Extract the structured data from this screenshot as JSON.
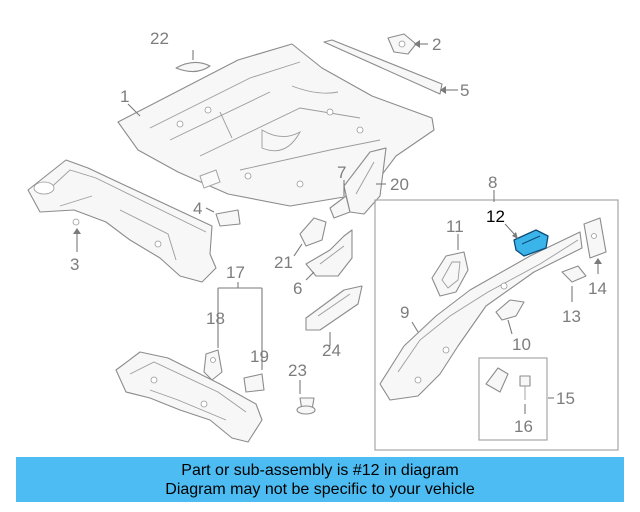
{
  "callouts": {
    "c1": "1",
    "c2": "2",
    "c3": "3",
    "c4": "4",
    "c5": "5",
    "c6": "6",
    "c7": "7",
    "c8": "8",
    "c9": "9",
    "c10": "10",
    "c11": "11",
    "c12": "12",
    "c13": "13",
    "c14": "14",
    "c15": "15",
    "c16": "16",
    "c17": "17",
    "c18": "18",
    "c19": "19",
    "c20": "20",
    "c21": "21",
    "c22": "22",
    "c23": "23",
    "c24": "24"
  },
  "highlighted_part": "12",
  "highlight_color": "#3bb4ea",
  "banner": {
    "line1": "Part or sub-assembly is #12 in diagram",
    "line2": "Diagram may not be specific to your vehicle",
    "background": "#4cbcf2"
  }
}
